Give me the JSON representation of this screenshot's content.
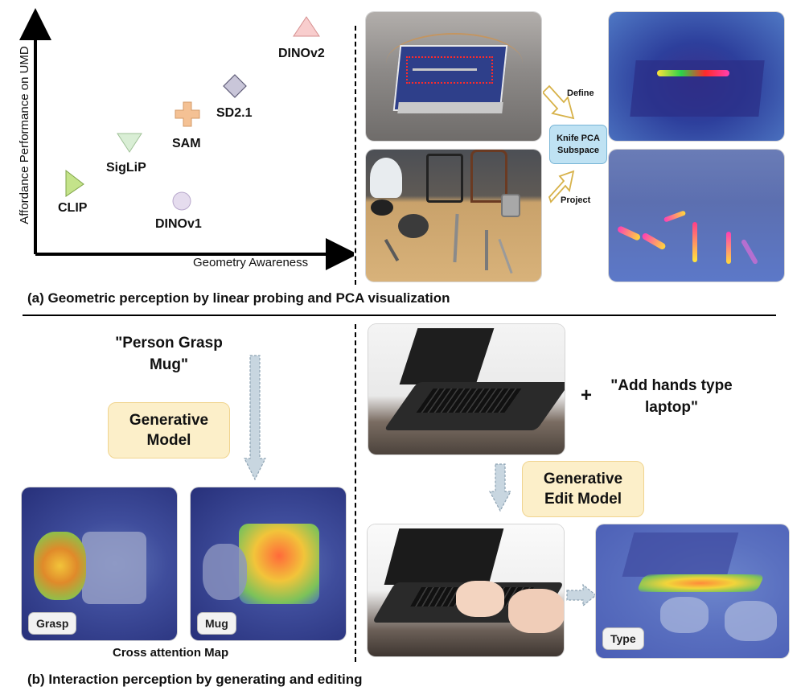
{
  "scatter": {
    "ylabel": "Affordance Performance on UMD",
    "xlabel": "Geometry Awareness",
    "points": [
      {
        "name": "CLIP",
        "marker": "triangle-right",
        "color": "#c4e38a"
      },
      {
        "name": "SigLiP",
        "marker": "triangle-down",
        "color": "#d9eed5"
      },
      {
        "name": "SAM",
        "marker": "plus",
        "color": "#f4c194"
      },
      {
        "name": "SD2.1",
        "marker": "diamond",
        "color": "#c9c6d9"
      },
      {
        "name": "DINOv1",
        "marker": "circle",
        "color": "#e5dcee"
      },
      {
        "name": "DINOv2",
        "marker": "triangle-up",
        "color": "#f8cdcd"
      }
    ]
  },
  "pca": {
    "define_label": "Define",
    "project_label": "Project",
    "subspace_label_line1": "Knife PCA",
    "subspace_label_line2": "Subspace"
  },
  "caption_a": "(a) Geometric perception by linear probing and PCA visualization",
  "generation": {
    "prompt_line1": "\"Person Grasp",
    "prompt_line2": "Mug\"",
    "model_line1": "Generative",
    "model_line2": "Model",
    "grasp_tag": "Grasp",
    "mug_tag": "Mug",
    "attention_caption": "Cross attention Map"
  },
  "editing": {
    "plus": "+",
    "prompt_line1": "\"Add hands type",
    "prompt_line2": "laptop\"",
    "model_line1": "Generative",
    "model_line2": "Edit Model",
    "type_tag": "Type"
  },
  "caption_b": "(b) Interaction perception by generating and editing",
  "colors": {
    "subspace_box": "#bfe2f3",
    "model_box": "#fcefc9",
    "arrow_fill": "#c8d6e0"
  }
}
